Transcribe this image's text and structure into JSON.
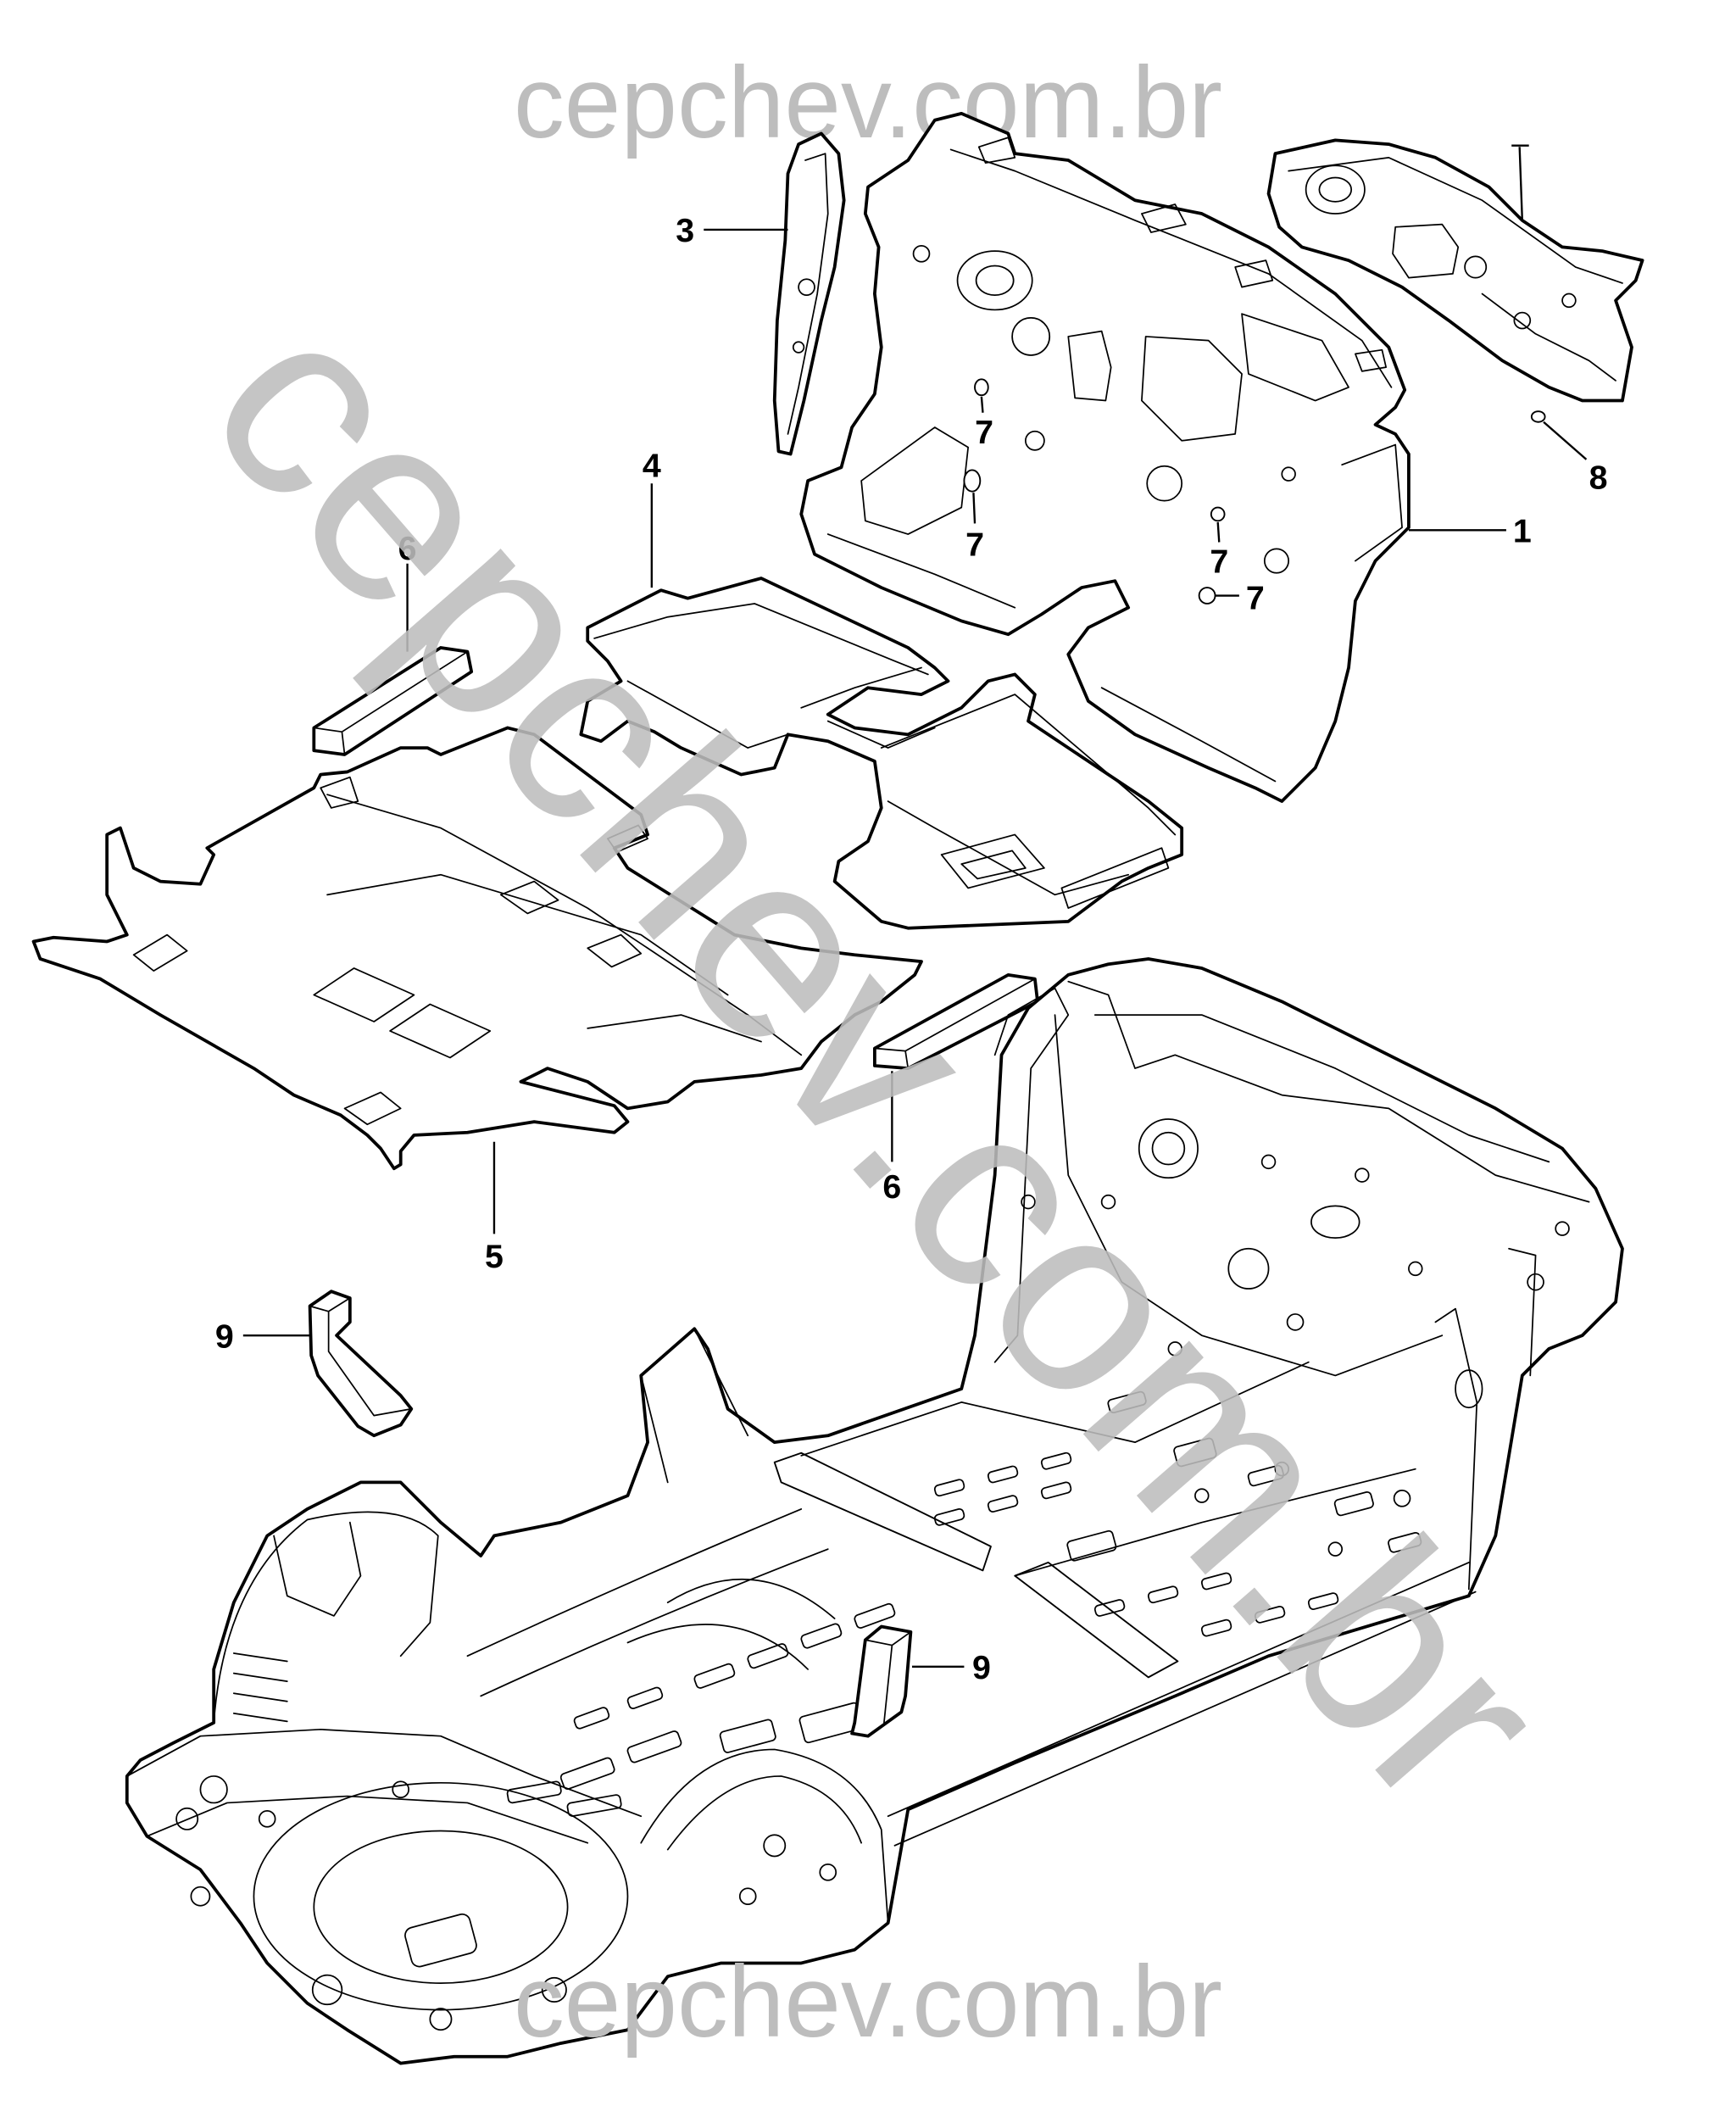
{
  "watermark": {
    "top": "cepchev.com.br",
    "diagonal": "cepchev.com.br",
    "bottom": "cepchev.com.br"
  },
  "callouts": {
    "part_1": "1",
    "part_3": "3",
    "part_4": "4",
    "part_5": "5",
    "part_6_upper": "6",
    "part_6_lower": "6",
    "part_7_a": "7",
    "part_7_b": "7",
    "part_7_c": "7",
    "part_7_d": "7",
    "part_8": "8",
    "part_9_upper": "9",
    "part_9_lower": "9"
  },
  "colors": {
    "line": "#000000",
    "part_fill": "#ffffff",
    "watermark": "#bdbdbd",
    "background": "#ffffff"
  }
}
